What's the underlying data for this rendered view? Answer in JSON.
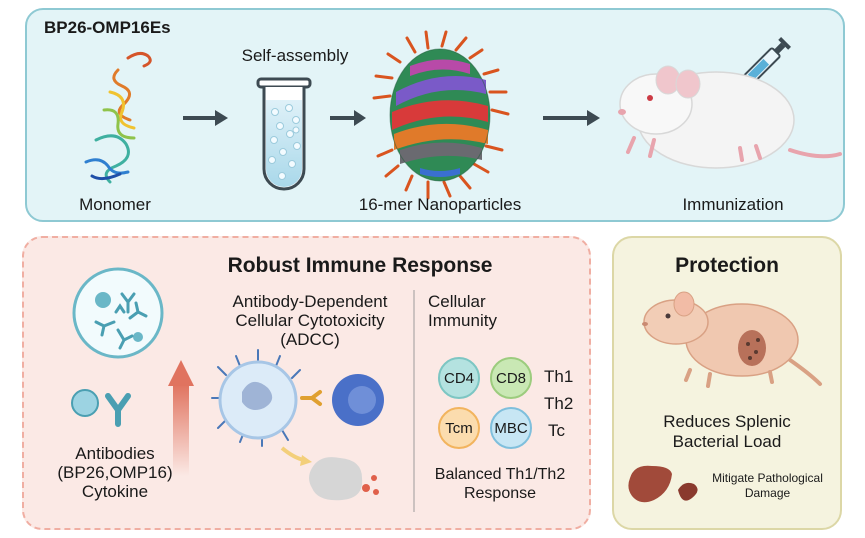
{
  "top": {
    "title": "BP26-OMP16Es",
    "self_assembly": "Self-assembly",
    "monomer": "Monomer",
    "nanoparticles": "16-mer Nanoparticles",
    "immunization": "Immunization"
  },
  "immune": {
    "title": "Robust Immune Response",
    "adcc_line1": "Antibody-Dependent",
    "adcc_line2": "Cellular Cytotoxicity",
    "adcc_line3": "(ADCC)",
    "cellular_line1": "Cellular",
    "cellular_line2": "Immunity",
    "antibodies_line1": "Antibodies",
    "antibodies_line2": "(BP26,OMP16)",
    "antibodies_line3": "Cytokine",
    "cells": [
      "CD4",
      "CD8",
      "Tcm",
      "MBC"
    ],
    "th_labels": [
      "Th1",
      "Th2",
      "Tc"
    ],
    "balanced_line1": "Balanced Th1/Th2",
    "balanced_line2": "Response"
  },
  "protection": {
    "title": "Protection",
    "reduces_line1": "Reduces Splenic",
    "reduces_line2": "Bacterial Load",
    "mitigate_line1": "Mitigate Pathological",
    "mitigate_line2": "Damage"
  }
}
